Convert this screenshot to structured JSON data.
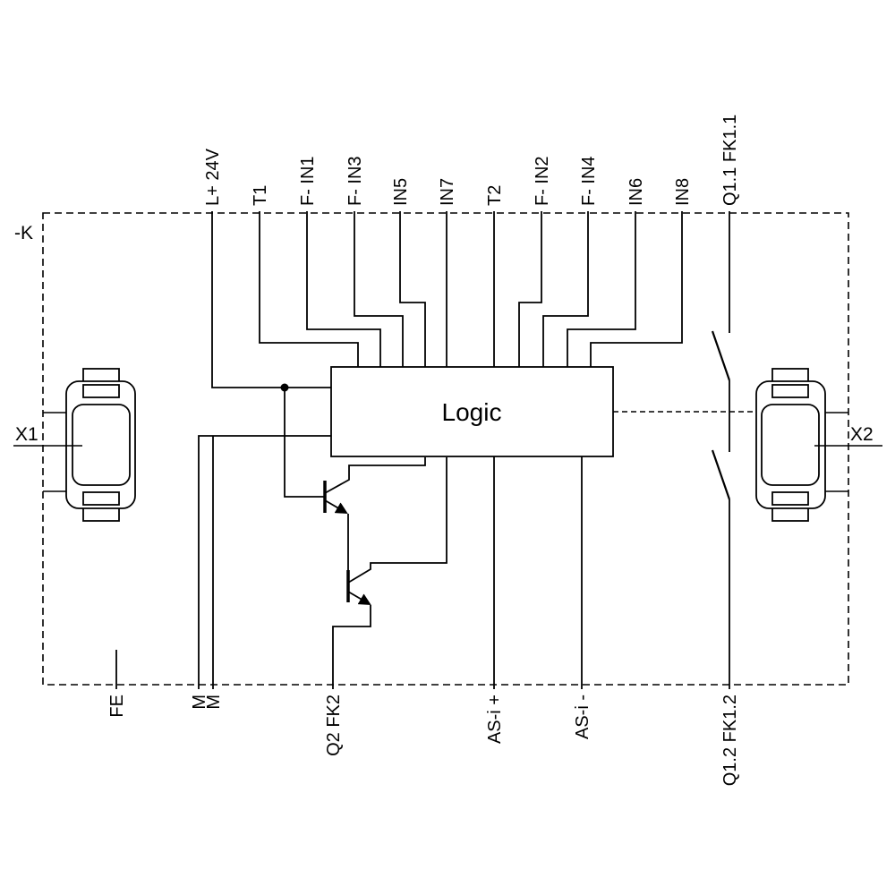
{
  "module": {
    "designation": "-K",
    "logic_label": "Logic"
  },
  "connectors": {
    "left_label": "X1",
    "right_label": "X2"
  },
  "top_terminals": [
    {
      "label": "L+ 24V"
    },
    {
      "label": "T1"
    },
    {
      "label": "F- IN1"
    },
    {
      "label": "F- IN3"
    },
    {
      "label": "IN5"
    },
    {
      "label": "IN7"
    },
    {
      "label": "T2"
    },
    {
      "label": "F- IN2"
    },
    {
      "label": "F- IN4"
    },
    {
      "label": "IN6"
    },
    {
      "label": "IN8"
    },
    {
      "label": "Q1.1 FK1.1"
    }
  ],
  "bottom_terminals": [
    {
      "label": "FE"
    },
    {
      "label": "M"
    },
    {
      "label": "M"
    },
    {
      "label": "Q2 FK2"
    },
    {
      "label": "AS-i +"
    },
    {
      "label": "AS-i -"
    },
    {
      "label": "Q1.2 FK1.2"
    }
  ],
  "colors": {
    "line": "#000000",
    "background": "#ffffff"
  }
}
